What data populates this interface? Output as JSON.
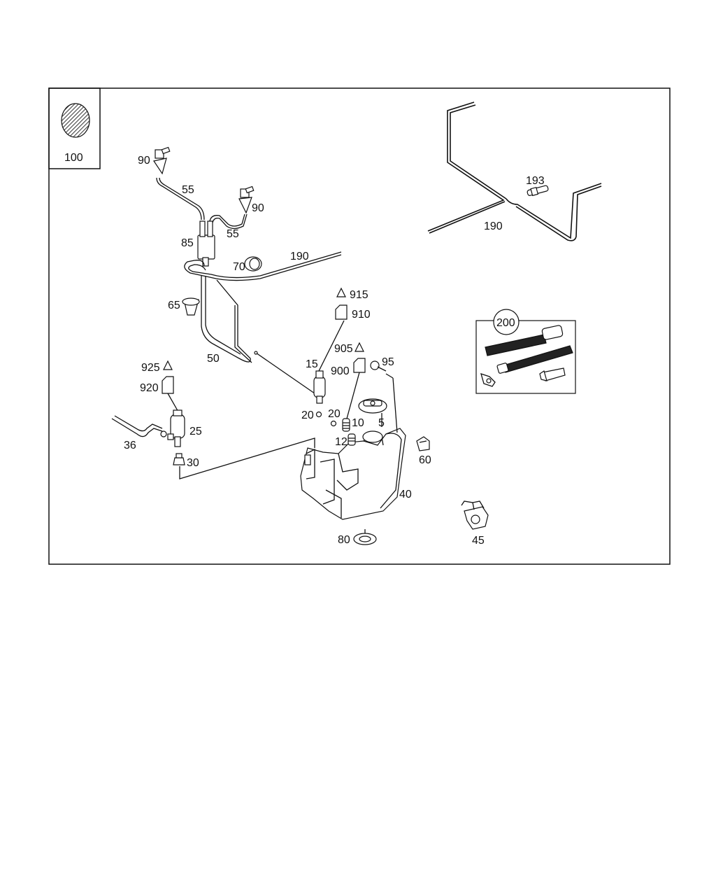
{
  "callouts": {
    "p100": "100",
    "p90a": "90",
    "p90b": "90",
    "p55a": "55",
    "p55b": "55",
    "p85": "85",
    "p70": "70",
    "p190a": "190",
    "p190b": "190",
    "p193": "193",
    "p65": "65",
    "p50": "50",
    "p915": "915",
    "p910": "910",
    "p905": "905",
    "p95": "95",
    "p900": "900",
    "p15": "15",
    "p925": "925",
    "p920": "920",
    "p25": "25",
    "p36": "36",
    "p30": "30",
    "p20a": "20",
    "p20b": "20",
    "p10": "10",
    "p5": "5",
    "p12": "12",
    "p60": "60",
    "p40": "40",
    "p80": "80",
    "p45": "45",
    "p200": "200"
  },
  "colors": {
    "line": "#111111",
    "background": "#ffffff",
    "hatch": "#333333"
  }
}
